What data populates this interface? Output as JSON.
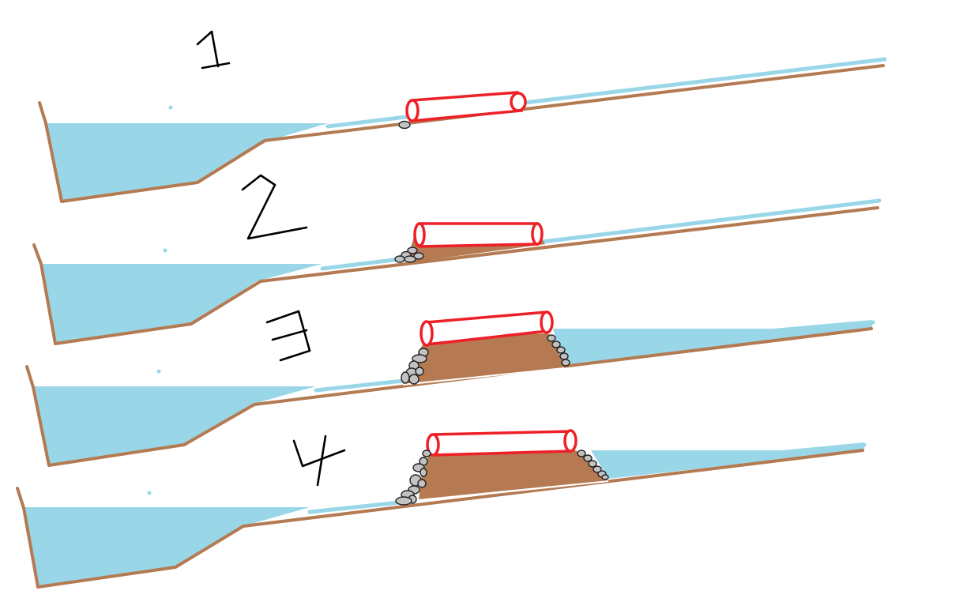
{
  "diagram": {
    "panels": [
      {
        "label": "1",
        "stage": 1
      },
      {
        "label": "2",
        "stage": 2
      },
      {
        "label": "3",
        "stage": 3
      },
      {
        "label": "4",
        "stage": 4
      }
    ],
    "colors": {
      "water": "#99d7e8",
      "bank": "#b47a52",
      "fill_soil": "#b57a52",
      "pipe": "#ee1f26",
      "stones": "#c2c2c2"
    }
  }
}
